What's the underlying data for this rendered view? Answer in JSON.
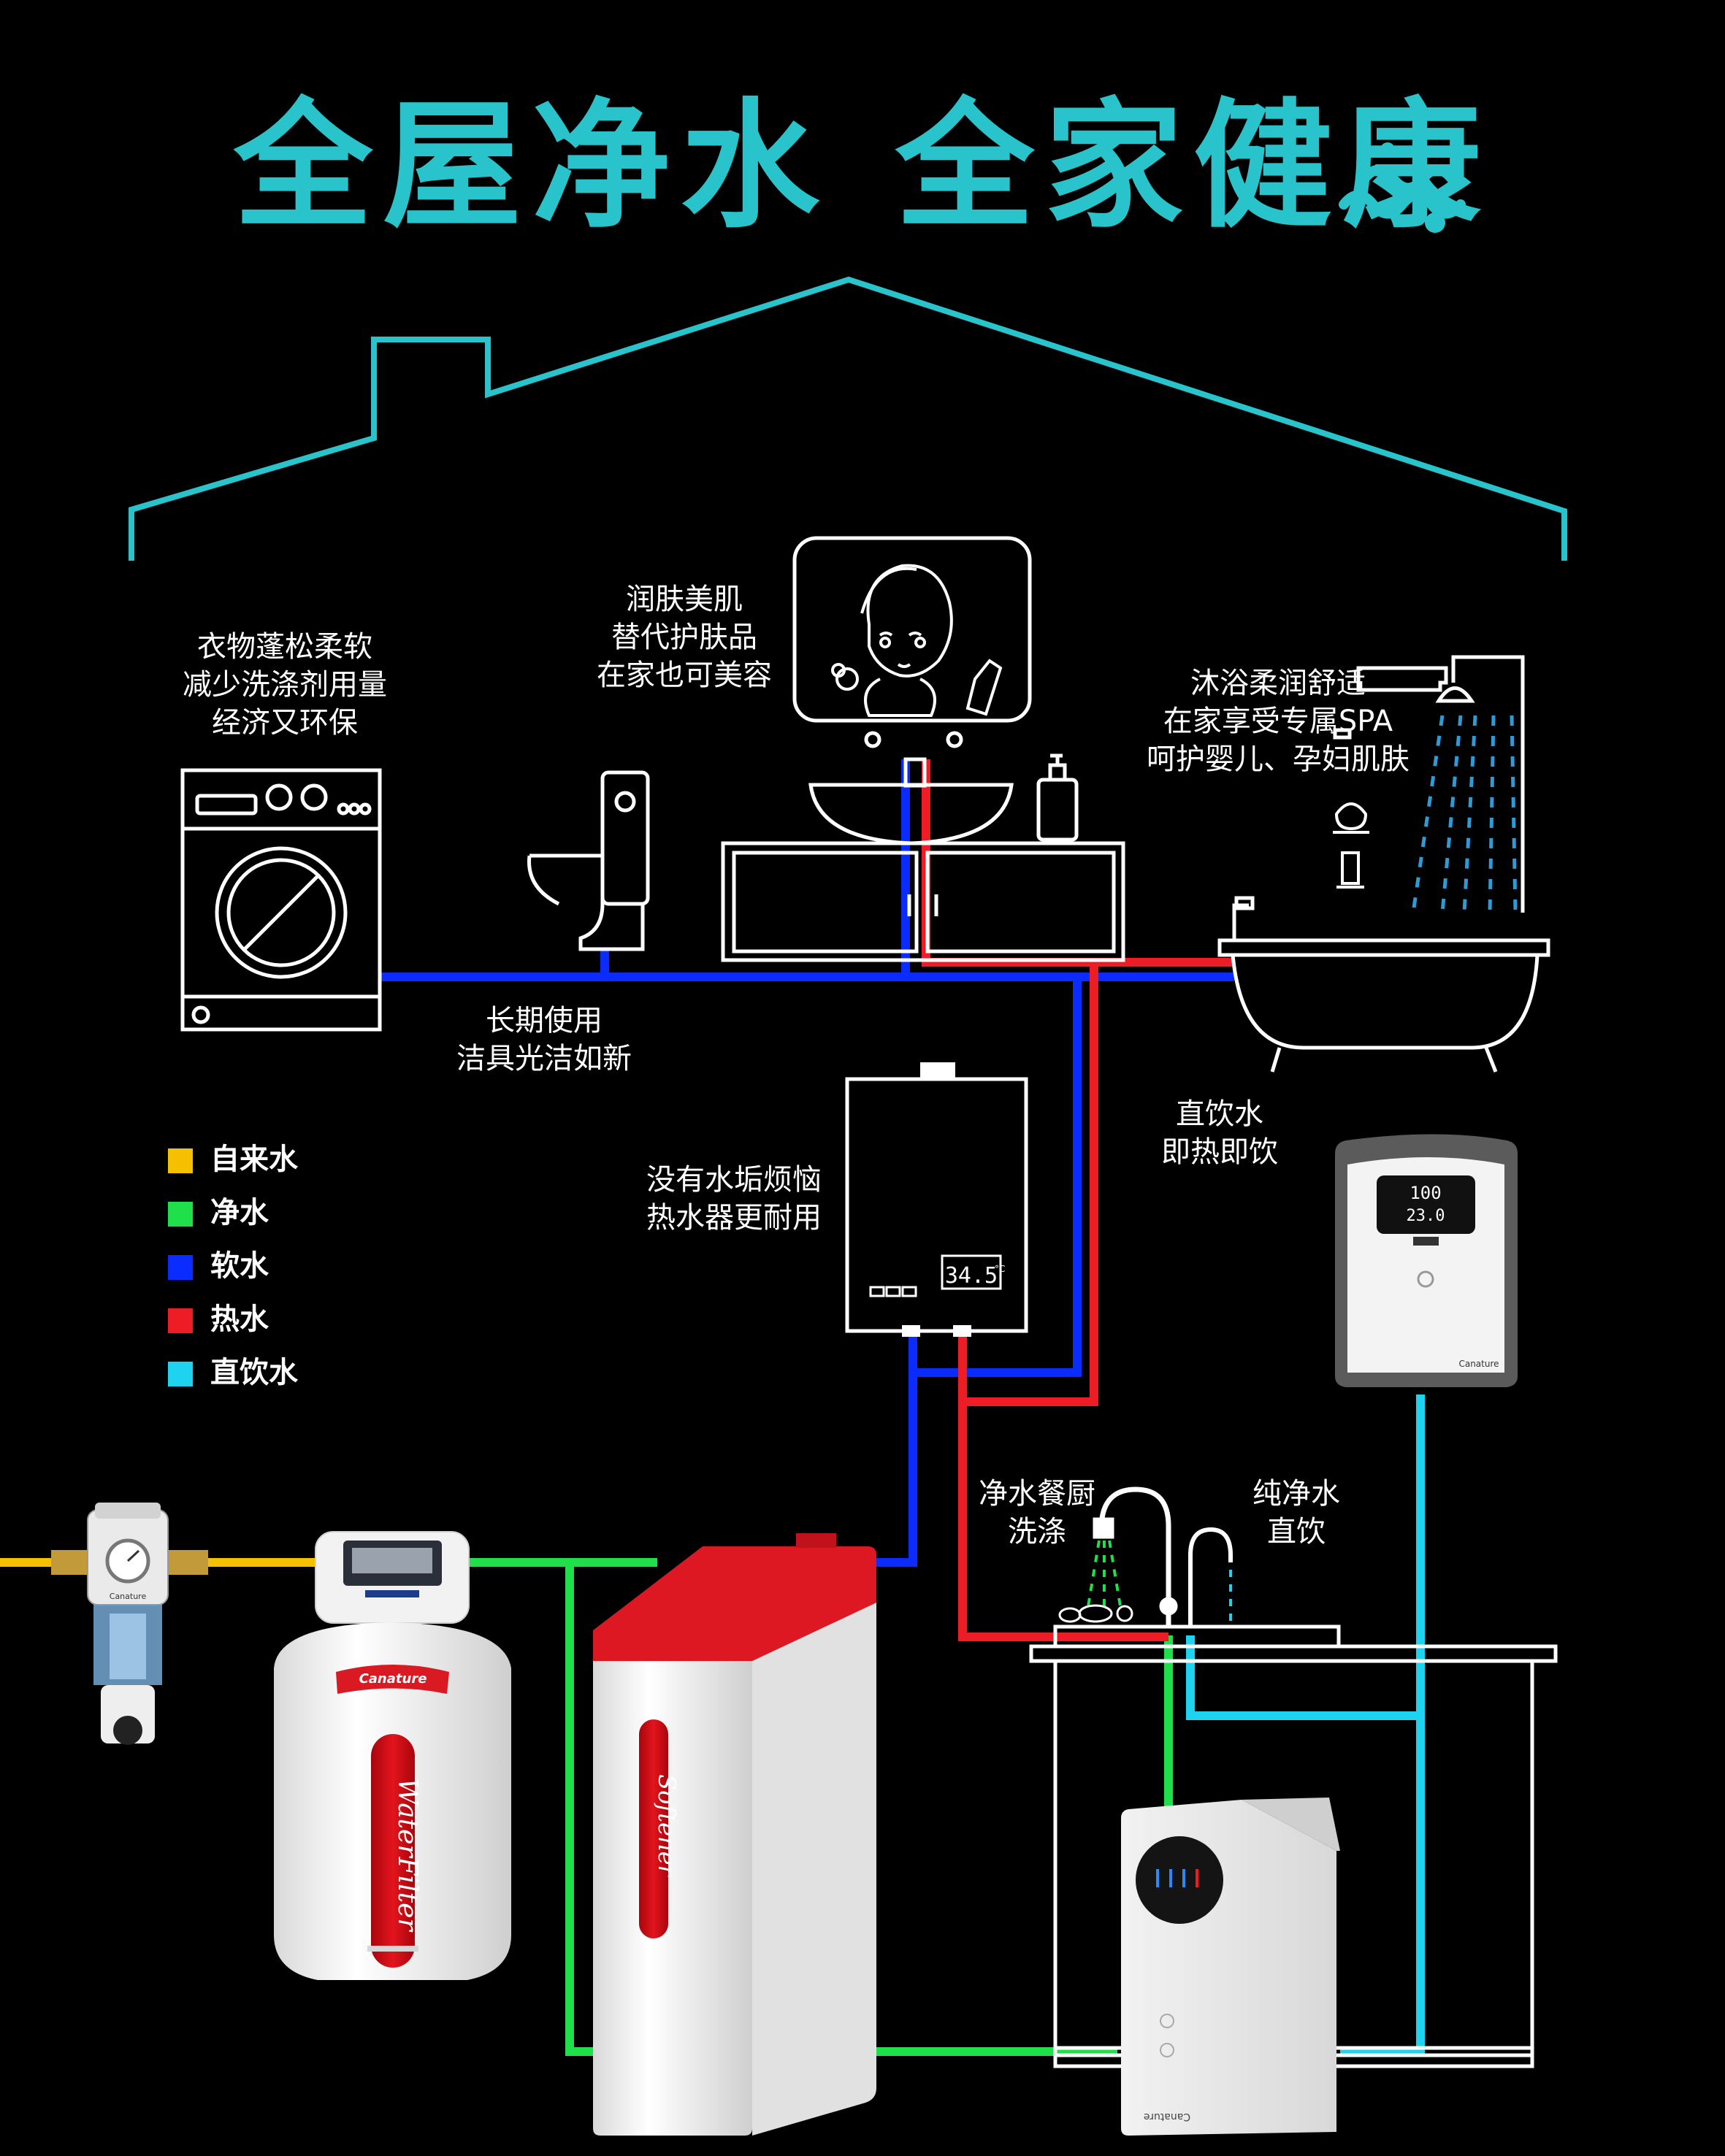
{
  "title": {
    "part1": "全屋净水",
    "part2": "全家健康"
  },
  "colors": {
    "tap_water": "#f5c000",
    "purified": "#1fe04a",
    "soft": "#0a2cff",
    "hot": "#ee1c24",
    "drinking": "#1ed3ef",
    "accent": "#29c3cb"
  },
  "legend": [
    {
      "label": "自来水",
      "color": "#f5c000"
    },
    {
      "label": "净水",
      "color": "#1fe04a"
    },
    {
      "label": "软水",
      "color": "#0a2cff"
    },
    {
      "label": "热水",
      "color": "#ee1c24"
    },
    {
      "label": "直饮水",
      "color": "#1ed3ef"
    }
  ],
  "labels": {
    "laundry": [
      "衣物蓬松柔软",
      "减少洗涤剂用量",
      "经济又环保"
    ],
    "skin": [
      "润肤美肌",
      "替代护肤品",
      "在家也可美容"
    ],
    "bath": [
      "沐浴柔润舒适",
      "在家享受专属SPA",
      "呵护婴儿、孕妇肌肤"
    ],
    "fixtures": [
      "长期使用",
      "洁具光洁如新"
    ],
    "heater": [
      "没有水垢烦恼",
      "热水器更耐用"
    ],
    "dispenser": [
      "直饮水",
      "即热即饮"
    ],
    "kitchen": [
      "净水餐厨",
      "洗涤"
    ],
    "pure": [
      "纯净水",
      "直饮"
    ]
  },
  "devices": {
    "heater_display": "34.5",
    "heater_unit": "°C",
    "dispenser_display_top": "100",
    "dispenser_display_bottom": "23.0",
    "brand": "Canature",
    "filter_label": "WaterFilter",
    "softener_label": "Softener"
  }
}
